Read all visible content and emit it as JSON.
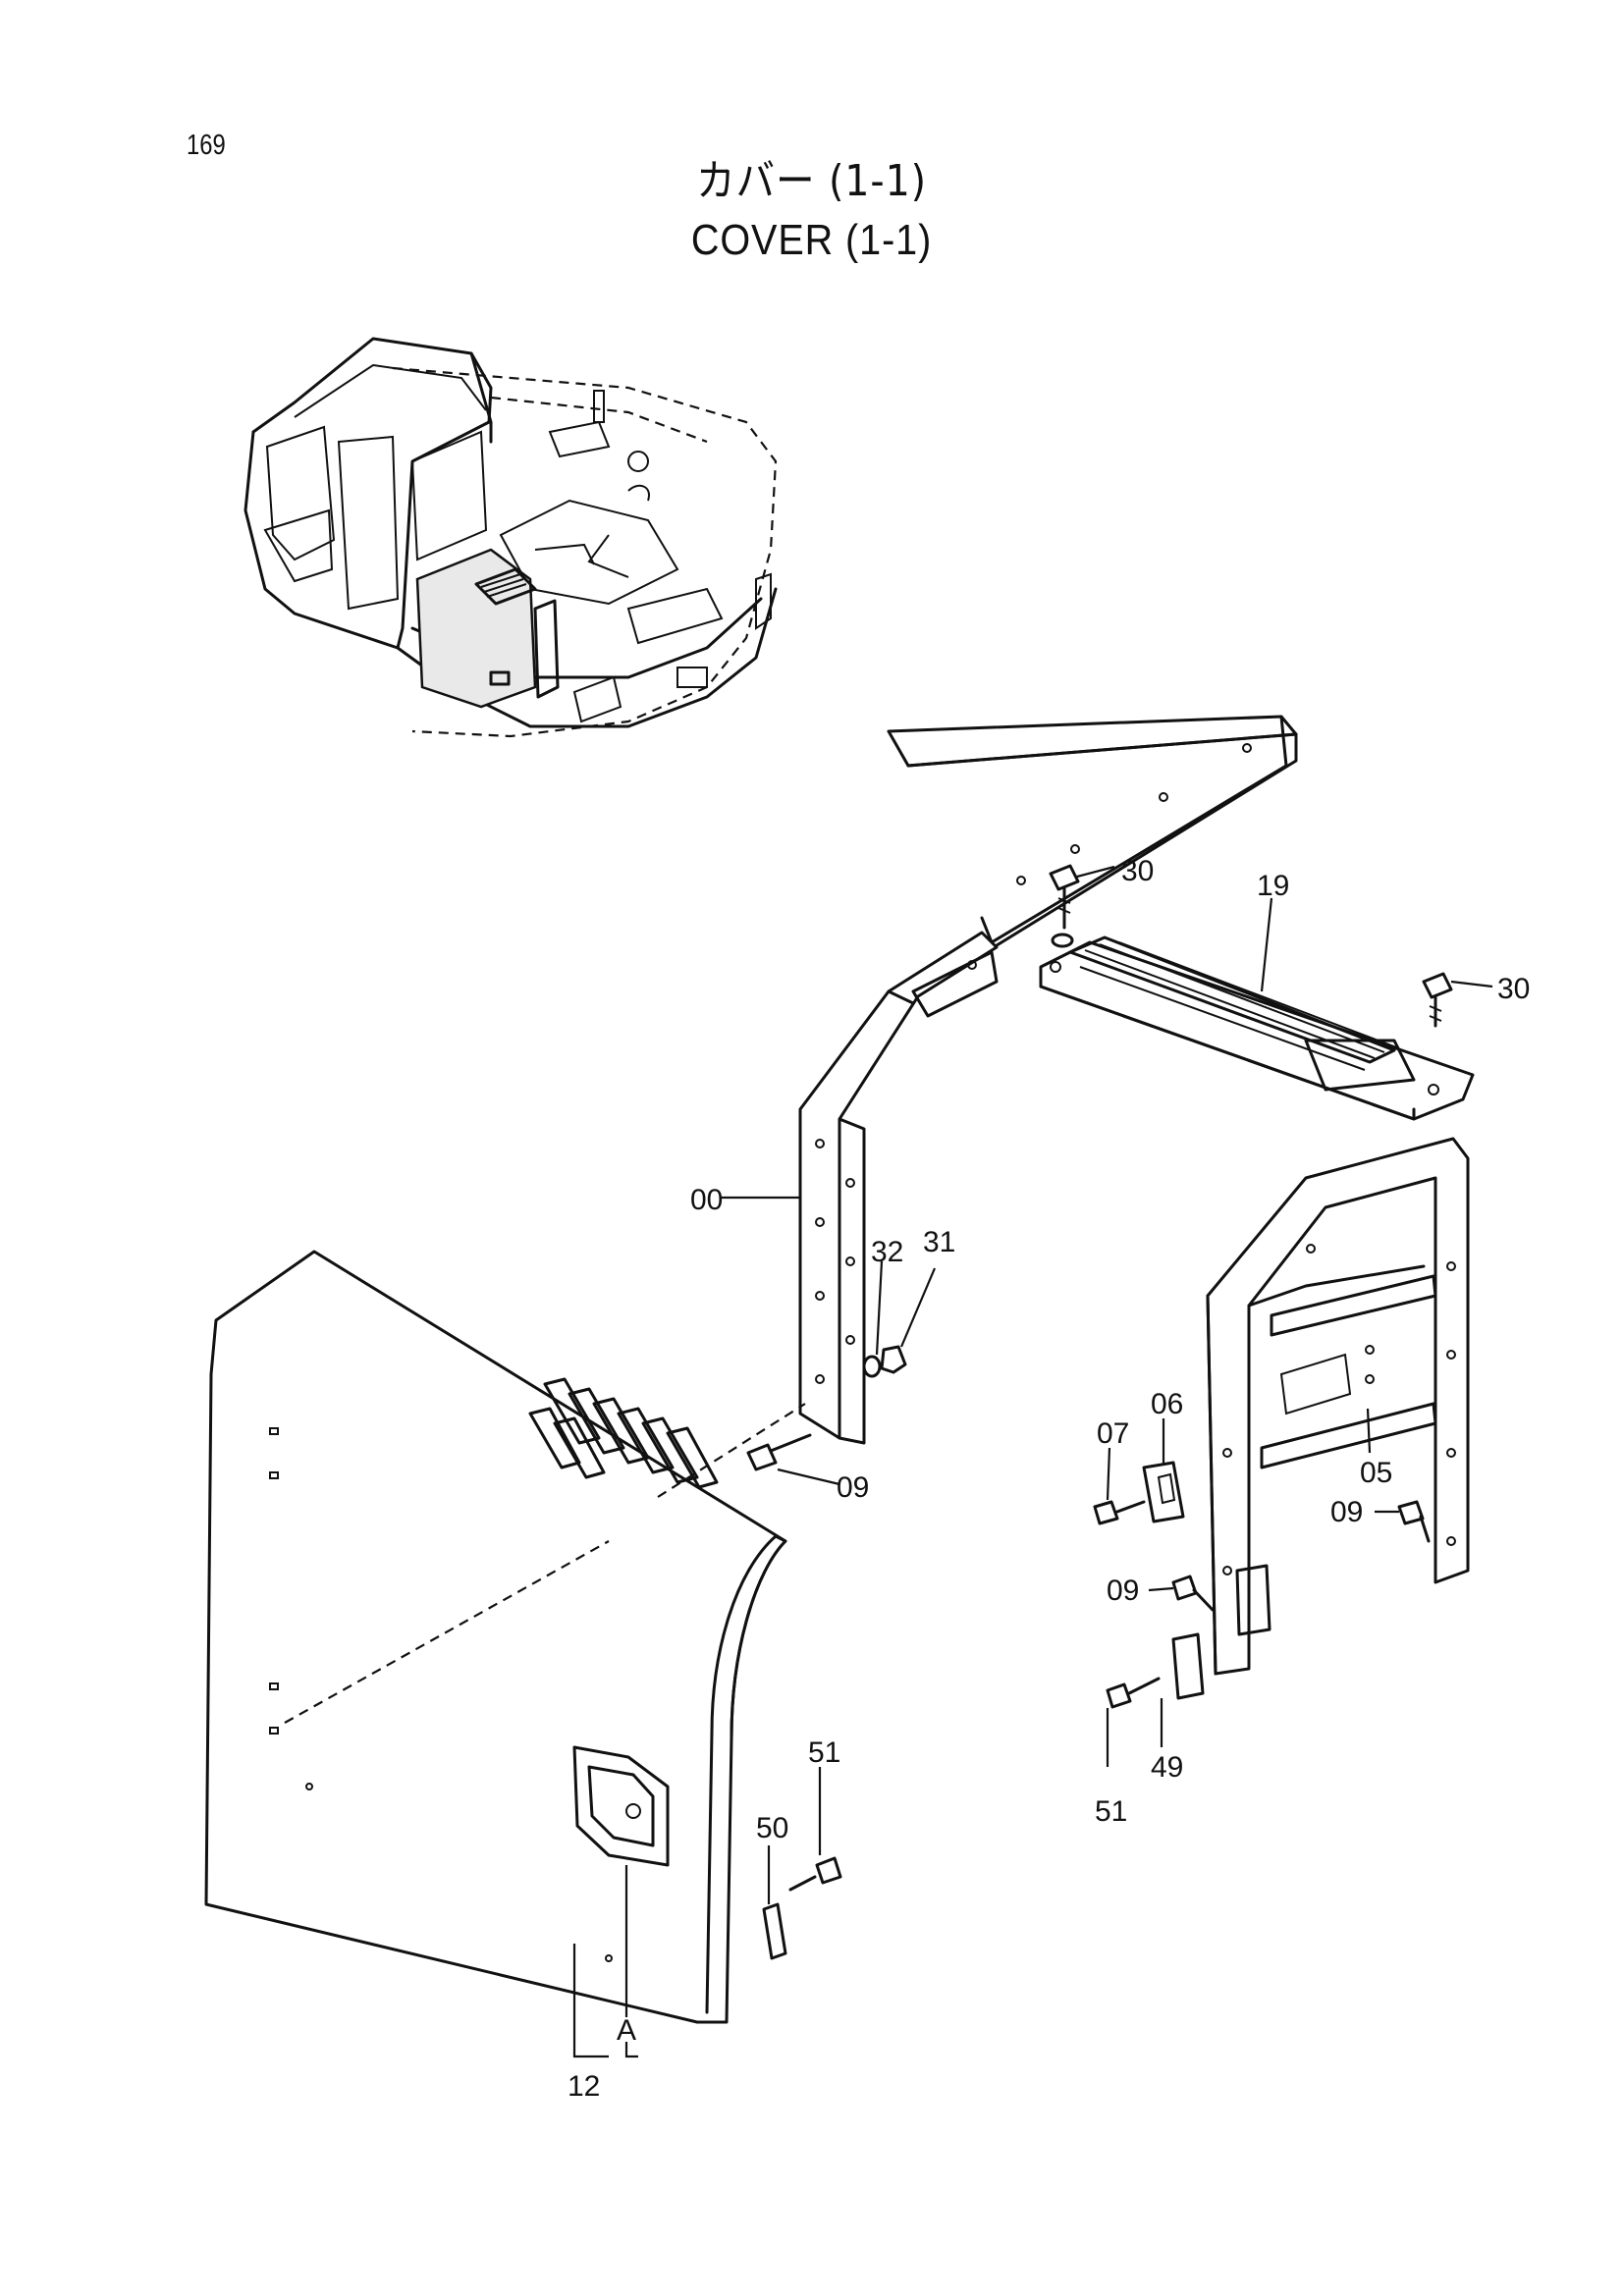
{
  "page": {
    "number": "169",
    "title_jp": "カバー (1-1)",
    "title_en": "COVER (1-1)"
  },
  "callouts": {
    "c00": "00",
    "c05": "05",
    "c06": "06",
    "c07": "07",
    "c09a": "09",
    "c09b": "09",
    "c09c": "09",
    "c12": "12",
    "c19": "19",
    "c30a": "30",
    "c30b": "30",
    "c31": "31",
    "c32": "32",
    "c49": "49",
    "c50": "50",
    "c51a": "51",
    "c51b": "51",
    "cA": "A"
  }
}
